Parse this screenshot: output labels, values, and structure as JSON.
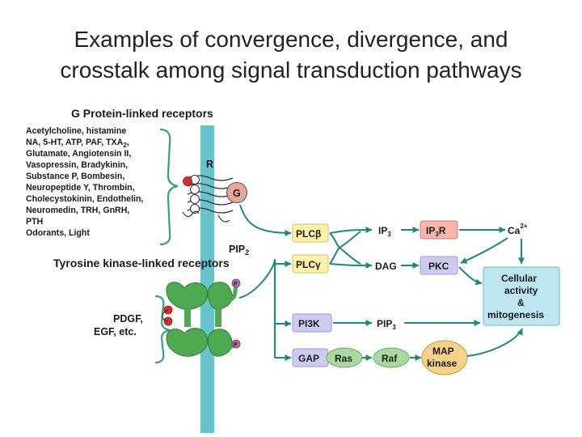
{
  "title": {
    "line1": "Examples of convergence, divergence, and",
    "line2": "crosstalk among signal transduction pathways"
  },
  "gpcr": {
    "header": "G Protein-linked receptors",
    "ligands": [
      "Acetylcholine, histamine",
      "NA, 5-HT, ATP, PAF, TXA",
      "Glutamate, Angiotensin II,",
      "Vasopressin, Bradykinin,",
      "Substance P, Bombesin,",
      "Neuropeptide Y, Thrombin,",
      "Cholecystokinin, Endothelin,",
      "Neuromedin, TRH, GnRH,",
      "PTH",
      "Odorants, Light"
    ],
    "txa_subscript": "2",
    "receptor_label": "R",
    "gprotein_label": "G"
  },
  "rtk": {
    "header": "Tyrosine kinase-linked receptors",
    "ligand_line1": "PDGF,",
    "ligand_line2": "EGF, etc."
  },
  "pip2": {
    "label": "PIP",
    "sub": "2"
  },
  "nodes": {
    "plcb": "PLCβ",
    "plcg": "PLCγ",
    "pi3k": "PI3K",
    "gap": "GAP",
    "ras": "Ras",
    "raf": "Raf",
    "ip3": {
      "label": "IP",
      "sub": "3"
    },
    "dag": "DAG",
    "pip3": {
      "label": "PIP",
      "sub": "3"
    },
    "ip3r": {
      "pre": "IP",
      "sub": "3",
      "post": "R"
    },
    "pkc": "PKC",
    "ca": {
      "label": "Ca",
      "sup": "2+"
    },
    "mapk_line1": "MAP",
    "mapk_line2": "kinase",
    "cellular": [
      "Cellular",
      "activity",
      "&",
      "mitogenesis"
    ]
  },
  "phospho_label": "P",
  "colors": {
    "membrane": "#66c3cc",
    "plc_box": "#fdf2a8",
    "purple_box": "#ccccf2",
    "ip3r_box": "#f7b6ad",
    "ras_raf": "#a8d9a0",
    "mapk": "#f7d28a",
    "cellular_box": "#bde7f0",
    "arrow": "#1b8a7d",
    "bracket": "#3aa07a",
    "rtk_green": "#4daa50",
    "gprotein": "#e9a79a",
    "ligand_red": "#d9302b",
    "phospho": "#b86ea0"
  }
}
